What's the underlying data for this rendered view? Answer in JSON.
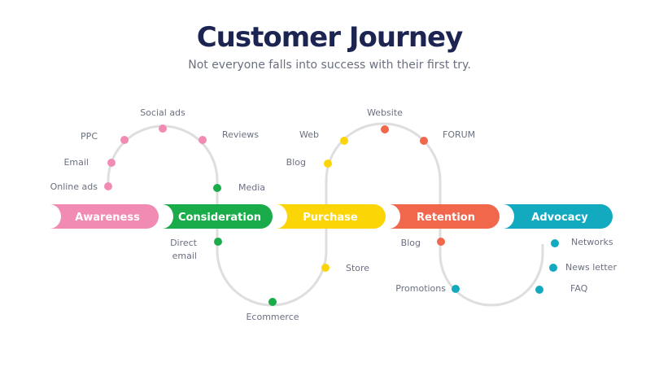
{
  "header": {
    "title": "Customer Journey",
    "subtitle": "Not everyone falls into success with their first try."
  },
  "colors": {
    "awareness": "#f28bb3",
    "consideration": "#1aab4a",
    "purchase": "#fcd506",
    "retention": "#f0674b",
    "advocacy": "#13a9bf",
    "path": "#dedede"
  },
  "stages": [
    {
      "key": "awareness",
      "label": "Awareness"
    },
    {
      "key": "consideration",
      "label": "Consideration"
    },
    {
      "key": "purchase",
      "label": "Purchase"
    },
    {
      "key": "retention",
      "label": "Retention"
    },
    {
      "key": "advocacy",
      "label": "Advocacy"
    }
  ],
  "touchpoints": {
    "online_ads": "Online ads",
    "email": "Email",
    "ppc": "PPC",
    "social_ads": "Social ads",
    "reviews": "Reviews",
    "media": "Media",
    "direct_email_1": "Direct",
    "direct_email_2": "email",
    "ecommerce": "Ecommerce",
    "store": "Store",
    "blog_purchase": "Blog",
    "web": "Web",
    "website": "Website",
    "forum": "FORUM",
    "blog_retention": "Blog",
    "promotions": "Promotions",
    "faq": "FAQ",
    "news_letter": "News letter",
    "networks": "Networks"
  }
}
